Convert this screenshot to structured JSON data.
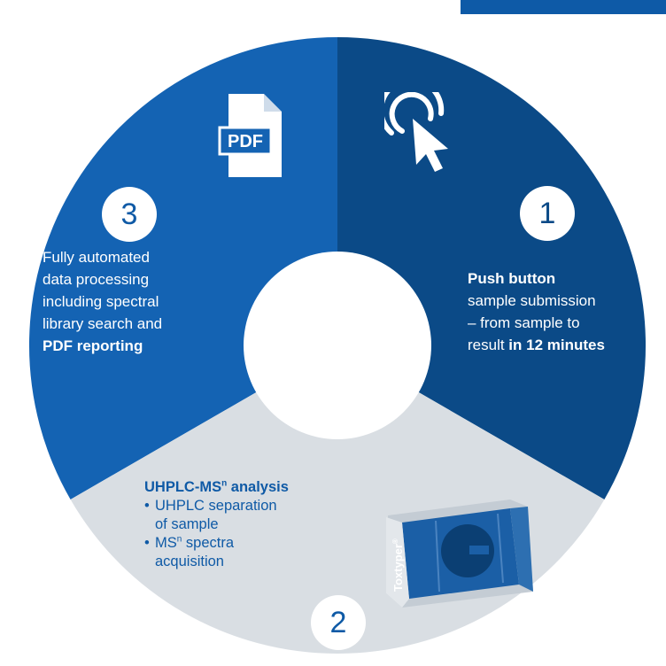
{
  "colors": {
    "segment_1": "#0b4a87",
    "segment_2": "#d9dee3",
    "segment_3": "#1463b3",
    "accent": "#0f5aa6",
    "white": "#ffffff"
  },
  "steps": [
    {
      "number": "1",
      "icon": "touch-pointer-icon",
      "line1_bold": "Push button",
      "line2": "sample submission",
      "line3": "– from sample to",
      "line4_pre": "result ",
      "line4_bold": "in 12 minutes"
    },
    {
      "number": "2",
      "icon": "instrument-icon",
      "heading_pre": "UHPLC-MS",
      "heading_sup": "n",
      "heading_post": " analysis",
      "bullets": [
        {
          "line1": "UHPLC separation",
          "line2": "of sample"
        },
        {
          "line1_pre": "MS",
          "line1_sup": "n",
          "line1_post": " spectra",
          "line2": "acquisition"
        }
      ],
      "instrument_label": "Toxtyper",
      "instrument_mark": "®"
    },
    {
      "number": "3",
      "icon": "pdf-file-icon",
      "pdf_label": "PDF",
      "lines": [
        "Fully automated",
        "data processing",
        "including spectral",
        "library search and"
      ],
      "last_bold": "PDF reporting"
    }
  ]
}
